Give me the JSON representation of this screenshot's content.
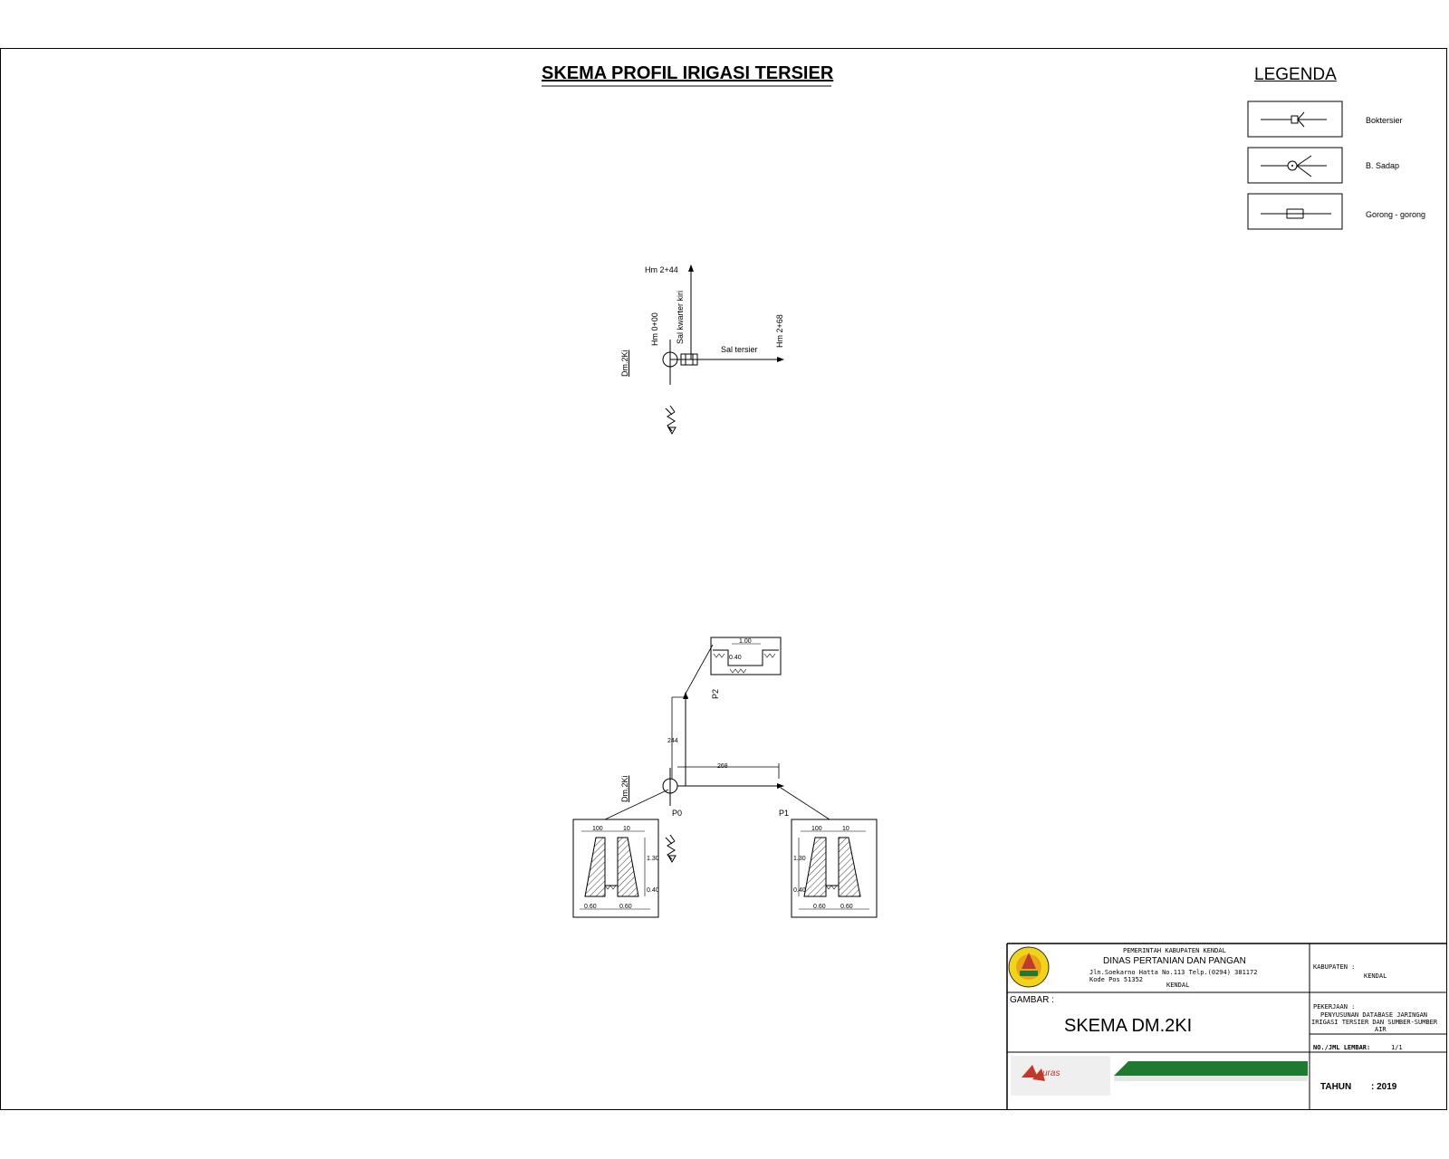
{
  "title": "SKEMA PROFIL IRIGASI TERSIER",
  "legend": {
    "title": "LEGENDA",
    "items": [
      {
        "label": "Boktersier",
        "icon": "boks-tersier-icon"
      },
      {
        "label": "B. Sadap",
        "icon": "bangunan-sadap-icon"
      },
      {
        "label": "Gorong - gorong",
        "icon": "gorong-gorong-icon"
      }
    ]
  },
  "scheme": {
    "hm_top": "Hm 2+44",
    "hm_start": "Hm 0+00",
    "hm_end": "Hm 2+68",
    "channel_quarter": "Sal kwarter kiri",
    "channel_tertiary": "Sal tersier",
    "node": "Dm.2Ki"
  },
  "profile": {
    "node": "Dm.2Ki",
    "p0": "P0",
    "p1": "P1",
    "p2": "P2",
    "len_vertical": "244",
    "len_horizontal": "268",
    "sec_top_width": "1.00",
    "sec_top_depth": "0.40",
    "sec_bottom_width": "0.60",
    "sec_height": "1.30",
    "sec_wall": "10",
    "sec_base": "0.40",
    "sec_mid": "100"
  },
  "title_block": {
    "gov": "PEMERINTAH KABUPATEN KENDAL",
    "agency": "DINAS PERTANIAN DAN PANGAN",
    "address": "Jln.Soekarno Hatta No.113 Telp.(0294) 381172",
    "postal": "Kode Pos 51352",
    "city": "KENDAL",
    "gambar_label": "GAMBAR :",
    "gambar_value": "SKEMA DM.2KI",
    "kabupaten_label": "KABUPATEN :",
    "kabupaten_value": "KENDAL",
    "pekerjaan_label": "PEKERJAAN :",
    "pekerjaan_line1": "PENYUSUNAN DATABASE JARINGAN",
    "pekerjaan_line2": "IRIGASI TERSIER DAN SUMBER-SUMBER",
    "pekerjaan_line3": "AIR",
    "lembar_label": "NO./JML LEMBAR:",
    "lembar_value": "1/1",
    "tahun_label": "TAHUN",
    "tahun_value": ": 2019",
    "consultant": "curas"
  }
}
